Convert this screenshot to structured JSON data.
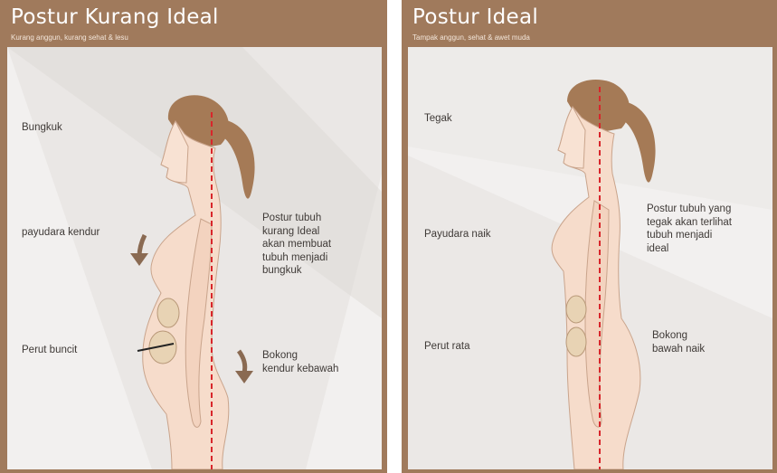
{
  "left_panel": {
    "title": "Postur Kurang Ideal",
    "subtitle": "Kurang anggun, kurang sehat & lesu",
    "labels": {
      "hunch": "Bungkuk",
      "chest": "payudara kendur",
      "belly": "Perut buncit",
      "description": "Postur tubuh\nkurang Ideal\nakan membuat\ntubuh menjadi\nbungkuk",
      "buttocks": "Bokong\nkendur kebawah"
    }
  },
  "right_panel": {
    "title": "Postur Ideal",
    "subtitle": "Tampak anggun, sehat & awet muda",
    "labels": {
      "upright": "Tegak",
      "chest": "Payudara naik",
      "belly": "Perut rata",
      "description": "Postur tubuh yang\ntegak akan terlihat\ntubuh menjadi\nideal",
      "buttocks": "Bokong\nbawah naik"
    }
  },
  "colors": {
    "header_brown": "#a07a5c",
    "background": "#f2f0ef",
    "skin": "#f6dccb",
    "skin_outline": "#c9a48c",
    "hair": "#a57a56",
    "organ": "#e8d3b4",
    "guide_line": "#d8262b",
    "arrow": "#8a6a52"
  }
}
